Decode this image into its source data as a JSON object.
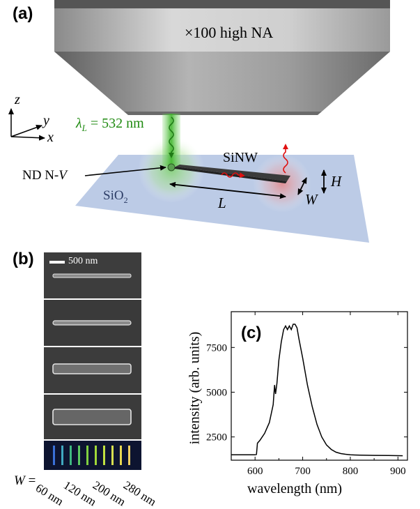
{
  "panel_a": {
    "label": "(a)",
    "objective_label": "×100 high NA",
    "laser_symbol": "λ",
    "laser_subscript": "L",
    "laser_value": " = 532 nm",
    "axis_z": "z",
    "axis_y": "y",
    "axis_x": "x",
    "nd_label": "ND N-",
    "nd_label_italic": "V",
    "sinw_label": "SiNW",
    "substrate_label": "SiO",
    "substrate_sub": "2",
    "length_label": "L",
    "width_label": "W",
    "height_label": "H"
  },
  "panel_b": {
    "label": "(b)",
    "scale_bar": "500 nm",
    "w_prefix": "W =",
    "widths": [
      "60 nm",
      "120 nm",
      "200 nm",
      "280 nm"
    ],
    "colors": {
      "sem_bg": "#3c3c3c",
      "sem_bar_outline": "#d8d8d8"
    }
  },
  "panel_c": {
    "label": "(c)",
    "ylabel": "intensity (arb. units)",
    "xlabel": "wavelength (nm)"
  },
  "chart_data": {
    "type": "line",
    "xlabel": "wavelength (nm)",
    "ylabel": "intensity (arb. units)",
    "xlim": [
      550,
      920
    ],
    "ylim": [
      1200,
      9500
    ],
    "xticks": [
      600,
      700,
      800,
      900
    ],
    "yticks": [
      2500,
      5000,
      7500
    ],
    "grid": false,
    "series": [
      {
        "x": [
          550,
          580,
          600,
          603,
          605,
          610,
          620,
          630,
          638,
          641,
          643,
          646,
          650,
          655,
          660,
          664,
          668,
          672,
          676,
          680,
          684,
          688,
          692,
          700,
          710,
          720,
          730,
          740,
          750,
          760,
          770,
          780,
          790,
          800,
          820,
          850,
          880,
          910
        ],
        "y": [
          1500,
          1500,
          1500,
          1520,
          2150,
          2300,
          2700,
          3300,
          4300,
          5400,
          4900,
          5500,
          6800,
          7800,
          8500,
          8700,
          8500,
          8700,
          8500,
          8800,
          8800,
          8600,
          8000,
          6900,
          5400,
          4200,
          3200,
          2500,
          2050,
          1800,
          1650,
          1570,
          1530,
          1500,
          1480,
          1470,
          1460,
          1450
        ]
      }
    ]
  }
}
